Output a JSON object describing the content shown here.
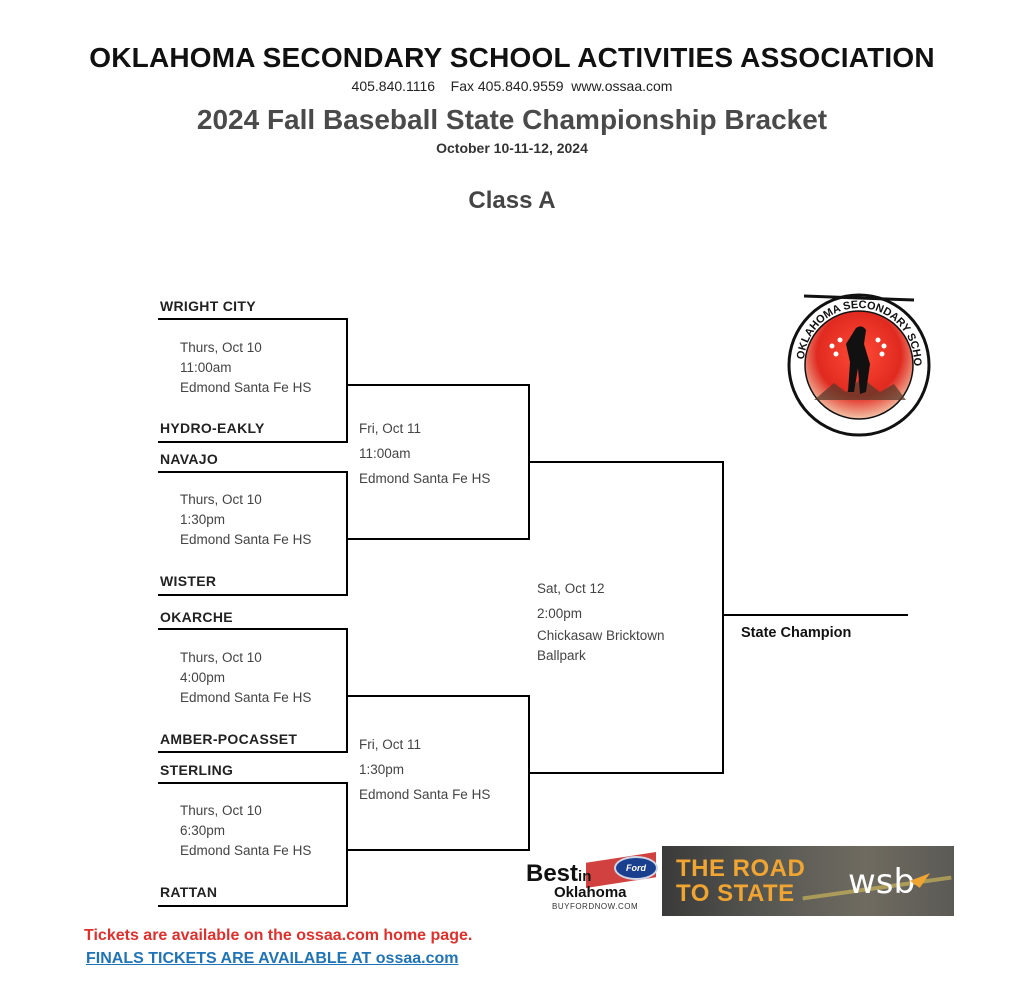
{
  "header": {
    "org_name": "OKLAHOMA SECONDARY SCHOOL ACTIVITIES ASSOCIATION",
    "contact": "405.840.1116    Fax 405.840.9559  www.ossaa.com",
    "title": "2024 Fall Baseball State Championship Bracket",
    "dates": "October 10-11-12, 2024",
    "class": "Class A"
  },
  "round1": [
    {
      "team_top": "WRIGHT CITY",
      "team_bottom": "HYDRO-EAKLY",
      "day": "Thurs, Oct 10",
      "time": "11:00am",
      "venue": "Edmond Santa Fe HS"
    },
    {
      "team_top": "NAVAJO",
      "team_bottom": "WISTER",
      "day": "Thurs, Oct 10",
      "time": "1:30pm",
      "venue": "Edmond Santa Fe HS"
    },
    {
      "team_top": "OKARCHE",
      "team_bottom": "AMBER-POCASSET",
      "day": "Thurs, Oct 10",
      "time": "4:00pm",
      "venue": "Edmond Santa Fe HS"
    },
    {
      "team_top": "STERLING",
      "team_bottom": "RATTAN",
      "day": "Thurs, Oct 10",
      "time": "6:30pm",
      "venue": "Edmond Santa Fe HS"
    }
  ],
  "semifinals": [
    {
      "day": "Fri, Oct 11",
      "time": "11:00am",
      "venue": "Edmond Santa Fe HS"
    },
    {
      "day": "Fri, Oct 11",
      "time": "1:30pm",
      "venue": "Edmond Santa Fe HS"
    }
  ],
  "final": {
    "day": "Sat, Oct 12",
    "time": "2:00pm",
    "venue_line1": "Chickasaw Bricktown",
    "venue_line2": "Ballpark"
  },
  "champion_label": "State Champion",
  "seal": {
    "text": "OKLAHOMA SECONDARY SCHOOL ACTIVITIES ASSOCIATION"
  },
  "footer": {
    "tickets_note": "Tickets are available on the ossaa.com home page.",
    "finals_link": "FINALS TICKETS ARE AVAILABLE AT ossaa.com"
  },
  "sponsors": {
    "ford_best": "Best",
    "ford_in": "in",
    "ford_state": "Oklahoma",
    "ford_url": "BUYFORDNOW.COM",
    "ford_logo": "Ford",
    "road_line1": "THE ROAD",
    "road_line2": "TO STATE",
    "station": "wsb"
  },
  "colors": {
    "note_red": "#e0302b",
    "link_blue": "#1f73b7",
    "road_orange": "#f0a431",
    "seal_red": "#e02a20"
  }
}
